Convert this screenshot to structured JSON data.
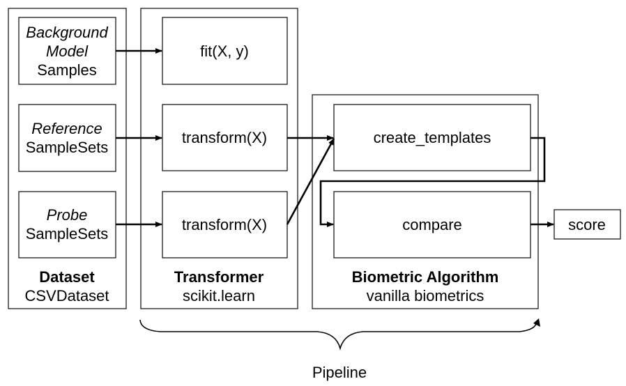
{
  "colors": {
    "stroke": "#1a1a1a",
    "text": "#000000",
    "background": "#ffffff"
  },
  "dataset": {
    "title": "Dataset",
    "subtitle": "CSVDataset",
    "background_model": {
      "line1": "Background",
      "line2": "Model",
      "line3": "Samples"
    },
    "reference": {
      "line1": "Reference",
      "line2": "SampleSets"
    },
    "probe": {
      "line1": "Probe",
      "line2": "SampleSets"
    }
  },
  "transformer": {
    "title": "Transformer",
    "subtitle": "scikit.learn",
    "fit": "fit(X, y)",
    "transform_reference": "transform(X)",
    "transform_probe": "transform(X)"
  },
  "algorithm": {
    "title": "Biometric Algorithm",
    "subtitle": "vanilla biometrics",
    "create_templates": "create_templates",
    "compare": "compare"
  },
  "score": "score",
  "pipeline": "Pipeline"
}
